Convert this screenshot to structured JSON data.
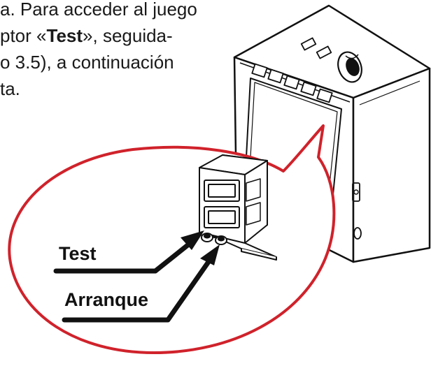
{
  "paragraph": {
    "line1": "a. Para acceder al juego",
    "line2_pre": "ptor «",
    "line2_bold": "Test",
    "line2_post": "», seguida-",
    "line3": "o 3.5), a continuación",
    "line4": "ta."
  },
  "callout": {
    "label_test": "Test",
    "label_start": "Arranque",
    "border_color": "#d0222b",
    "arrow_color": "#111111"
  },
  "icons": {
    "cabinet": "arcade-cabinet",
    "service_panel": "service-switch-panel"
  }
}
